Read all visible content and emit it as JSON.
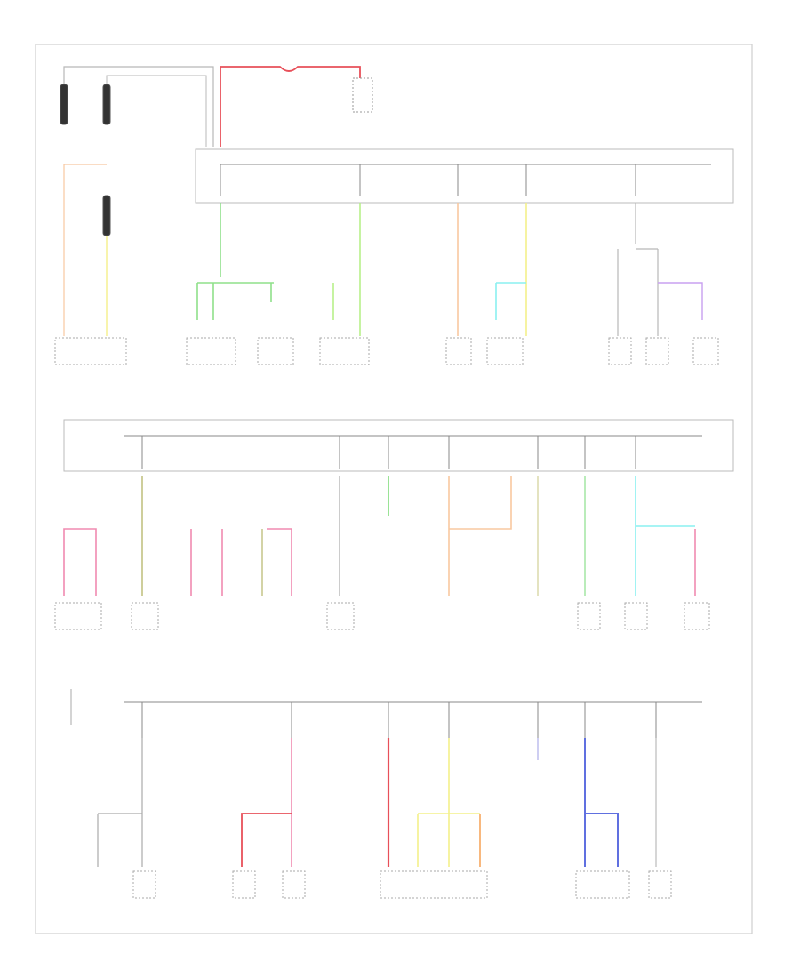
{
  "diagram": {
    "footer_code": "",
    "sections": [
      {
        "id": "top",
        "bus_label": "",
        "components": [
          "",
          "",
          "",
          "",
          "",
          "",
          "",
          "",
          "",
          ""
        ]
      },
      {
        "id": "middle",
        "bus_label": "",
        "components": [
          "",
          "",
          "",
          "",
          "",
          "",
          "",
          "",
          "",
          "",
          "",
          ""
        ]
      },
      {
        "id": "bottom",
        "bus_label": "",
        "components": [
          "",
          "",
          "",
          "",
          "",
          "",
          "",
          "",
          "",
          ""
        ]
      }
    ],
    "wire_colors": {
      "red": "#e8505a",
      "pink": "#f08ab0",
      "green": "#8fe08a",
      "light_green": "#b8f08a",
      "yellow": "#f4f08a",
      "peach": "#f8c8a0",
      "cyan": "#8af0f0",
      "blue": "#6070e0",
      "olive": "#c8c890",
      "violet": "#c8a0f0",
      "orange": "#f8b070",
      "gray": "#b8b8b8"
    }
  }
}
